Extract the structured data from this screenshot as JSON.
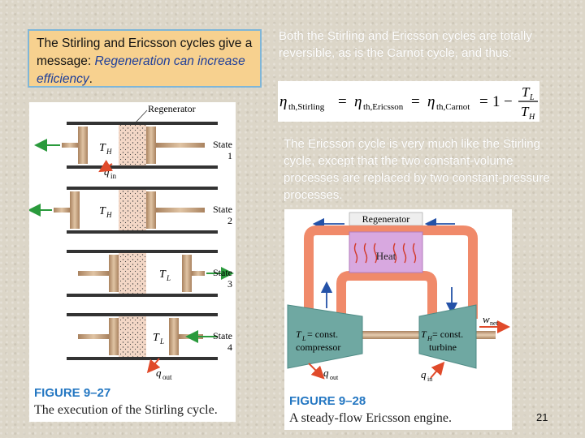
{
  "callout": {
    "line1": "The Stirling and Ericsson cycles give a message: ",
    "highlight": "Regeneration can increase efficiency",
    "end": "."
  },
  "intro_text": "Both the Stirling and Ericsson cycles are totally reversible, as is the Carnot cycle, and thus:",
  "equation": {
    "lhs": "η",
    "lhs_sub": "th,Stirling",
    "mid": "η",
    "mid_sub": "th,Ericsson",
    "rhs": "η",
    "rhs_sub": "th,Carnot",
    "one": "1",
    "num": "T",
    "num_sub": "L",
    "den": "T",
    "den_sub": "H"
  },
  "ericsson_text": "The Ericsson cycle is very much like the Stirling cycle, except that the two constant-volume processes are replaced by two constant-pressure processes.",
  "figure_left": {
    "regenerator": "Regenerator",
    "states": [
      {
        "label": "State",
        "num": "1",
        "temp": "T",
        "temp_sub": "H"
      },
      {
        "label": "State",
        "num": "2",
        "temp": "T",
        "temp_sub": "H"
      },
      {
        "label": "State",
        "num": "3",
        "temp": "T",
        "temp_sub": "L"
      },
      {
        "label": "State",
        "num": "4",
        "temp": "T",
        "temp_sub": "L"
      }
    ],
    "q_in": "q",
    "q_in_sub": "in",
    "q_out": "q",
    "q_out_sub": "out",
    "caption_num": "FIGURE 9–27",
    "caption_desc": "The execution of the Stirling cycle."
  },
  "figure_right": {
    "regenerator": "Regenerator",
    "heat": "Heat",
    "compressor_line1": "T",
    "compressor_sub": "L",
    "compressor_eq": " = const.",
    "compressor_line2": "compressor",
    "turbine_line1": "T",
    "turbine_sub": "H",
    "turbine_eq": " = const.",
    "turbine_line2": "turbine",
    "w_net": "w",
    "w_net_sub": "net",
    "q_out": "q",
    "q_out_sub": "out",
    "q_in": "q",
    "q_in_sub": "in",
    "caption_num": "FIGURE 9–28",
    "caption_desc": "A steady-flow Ericsson engine."
  },
  "page_number": "21"
}
